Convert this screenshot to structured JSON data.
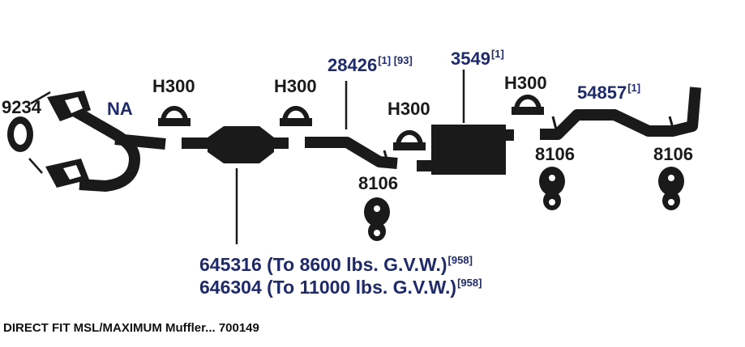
{
  "parts": {
    "part_9234": "9234",
    "part_na": "NA",
    "clamp_1": "H300",
    "clamp_2": "H300",
    "clamp_3": "H300",
    "clamp_4": "H300",
    "part_28426": {
      "number": "28426",
      "note": "[1] [93]"
    },
    "part_3549": {
      "number": "3549",
      "note": "[1]"
    },
    "part_54857": {
      "number": "54857",
      "note": "[1]"
    },
    "hanger_1": "8106",
    "hanger_2": "8106",
    "hanger_3": "8106",
    "converter_1": {
      "text": "645316 (To 8600 lbs. G.V.W.)",
      "note": "[958]"
    },
    "converter_2": {
      "text": "646304 (To 11000 lbs. G.V.W.)",
      "note": "[958]"
    }
  },
  "footer": "DIRECT FIT MSL/MAXIMUM Muffler... 700149",
  "colors": {
    "parts": "#1a1a1a",
    "labels": "#1f2a6b",
    "background": "#ffffff"
  }
}
